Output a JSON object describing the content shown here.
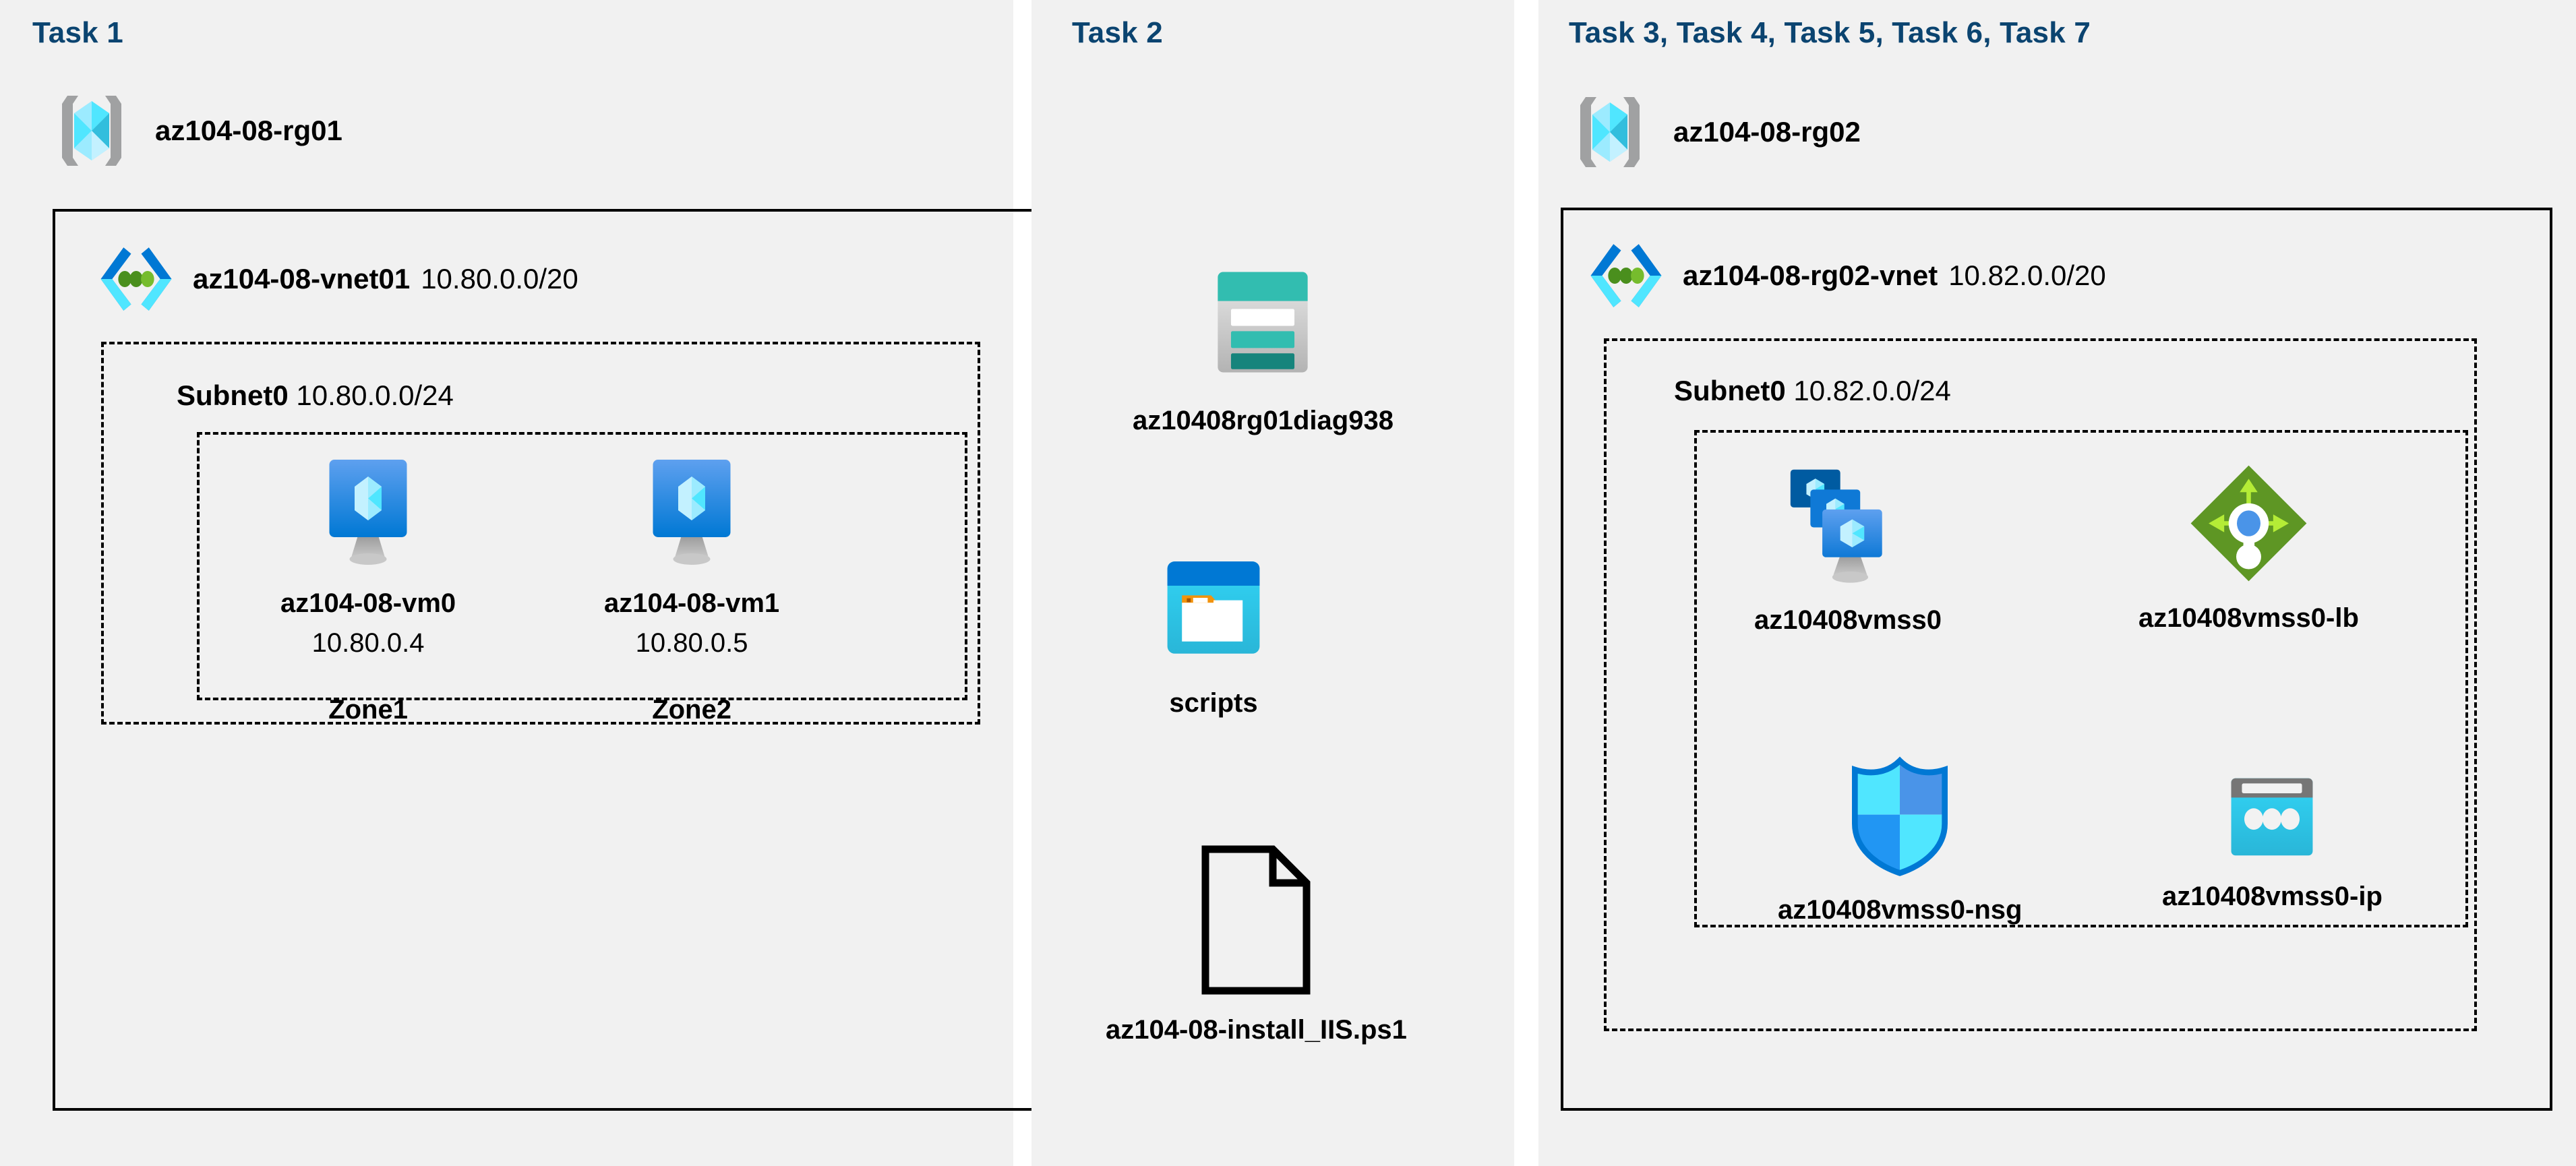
{
  "columns": [
    {
      "header": "Task 1"
    },
    {
      "header": "Task 2"
    },
    {
      "header": "Task 3, Task 4, Task 5, Task 6, Task 7"
    }
  ],
  "resource_groups": [
    {
      "name": "az104-08-rg01",
      "icon": "resource-group-icon"
    },
    {
      "name": "az104-08-rg02",
      "icon": "resource-group-icon"
    }
  ],
  "vnets": [
    {
      "name": "az104-08-vnet01",
      "cidr": "10.80.0.0/20",
      "icon": "virtual-network-icon"
    },
    {
      "name": "az104-08-rg02-vnet",
      "cidr": "10.82.0.0/20",
      "icon": "virtual-network-icon"
    }
  ],
  "subnets": [
    {
      "name": "Subnet0",
      "cidr": "10.80.0.0/24"
    },
    {
      "name": "Subnet0",
      "cidr": "10.82.0.0/24"
    }
  ],
  "vms": [
    {
      "name": "az104-08-vm0",
      "ip": "10.80.0.4",
      "zone": "Zone1",
      "icon": "virtual-machine-icon"
    },
    {
      "name": "az104-08-vm1",
      "ip": "10.80.0.5",
      "zone": "Zone2",
      "icon": "virtual-machine-icon"
    }
  ],
  "storage": {
    "account": {
      "name": "az10408rg01diag938",
      "icon": "storage-account-icon"
    },
    "container": {
      "name": "scripts",
      "icon": "blob-container-icon"
    },
    "file": {
      "name": "az104-08-install_IIS.ps1",
      "icon": "script-file-icon"
    }
  },
  "scale_set_resources": [
    {
      "name": "az10408vmss0",
      "icon": "vm-scale-set-icon"
    },
    {
      "name": "az10408vmss0-lb",
      "icon": "load-balancer-icon"
    },
    {
      "name": "az10408vmss0-nsg",
      "icon": "network-security-group-icon"
    },
    {
      "name": "az10408vmss0-ip",
      "icon": "public-ip-address-icon"
    }
  ],
  "colors": {
    "panel_background": "#f1f1f1",
    "task_header": "#0b4470",
    "border": "#000000",
    "azure_blue": "#0078d4",
    "azure_cyan": "#50e6ff",
    "storage_teal": "#32bdb0",
    "lb_green": "#5e9624",
    "nsg_blue": "#1b93eb"
  }
}
